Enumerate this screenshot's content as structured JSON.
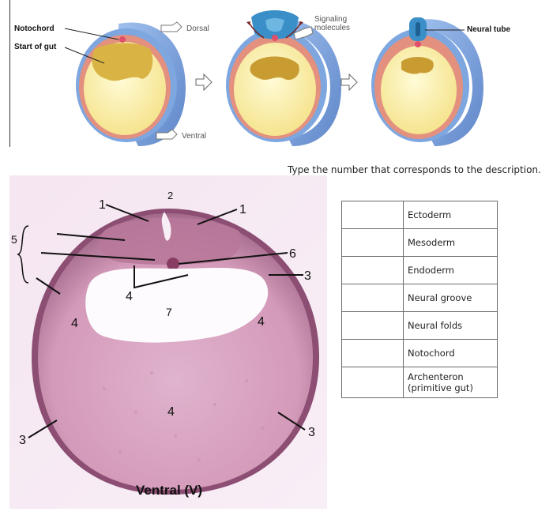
{
  "diagram": {
    "labels": {
      "notochord": "Notochord",
      "start_of_gut": "Start of gut",
      "dorsal": "Dorsal",
      "ventral": "Ventral",
      "signaling_molecules": "Signaling molecules",
      "neural_tube": "Neural tube"
    }
  },
  "instruction": "Type the number that corresponds to the description.",
  "micrograph": {
    "numbers": {
      "n1a": "1",
      "n1b": "1",
      "n2": "2",
      "n3a": "3",
      "n3b": "3",
      "n3c": "3",
      "n4a": "4",
      "n4b": "4",
      "n4c": "4",
      "n4d": "4",
      "n5": "5",
      "n6": "6",
      "n7": "7"
    },
    "ventral_label": "Ventral (V)"
  },
  "table": {
    "rows": [
      {
        "desc": "Ectoderm",
        "answer": ""
      },
      {
        "desc": "Mesoderm",
        "answer": ""
      },
      {
        "desc": "Endoderm",
        "answer": ""
      },
      {
        "desc": "Neural groove",
        "answer": ""
      },
      {
        "desc": "Neural folds",
        "answer": ""
      },
      {
        "desc": "Notochord",
        "answer": ""
      },
      {
        "desc": "Archenteron (primitive gut)",
        "answer": ""
      }
    ]
  },
  "colors": {
    "ectoderm_blue": "#7ea6df",
    "mesoderm_pink": "#e3907f",
    "yolk_yellow": "#fbf0a8",
    "gut_gold": "#d9b445",
    "neural_blue": "#3a8fc8",
    "notochord_red": "#e0506a",
    "tissue_pink": "#dca8c4"
  }
}
